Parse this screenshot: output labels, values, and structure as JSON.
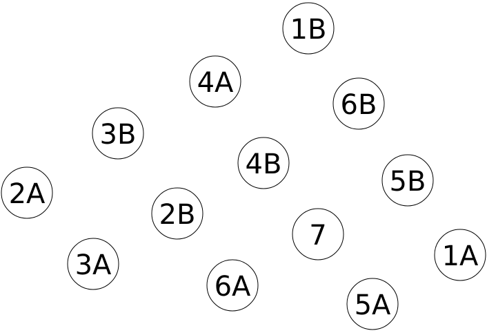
{
  "nodes": [
    {
      "label": "1B"
    },
    {
      "label": "4A"
    },
    {
      "label": "6B"
    },
    {
      "label": "3B"
    },
    {
      "label": "4B"
    },
    {
      "label": "5B"
    },
    {
      "label": "2A"
    },
    {
      "label": "2B"
    },
    {
      "label": "7"
    },
    {
      "label": "1A"
    },
    {
      "label": "3A"
    },
    {
      "label": "6A"
    },
    {
      "label": "5A"
    }
  ],
  "colors": {
    "stroke": "#000000",
    "fill": "#ffffff",
    "text": "#000000"
  }
}
